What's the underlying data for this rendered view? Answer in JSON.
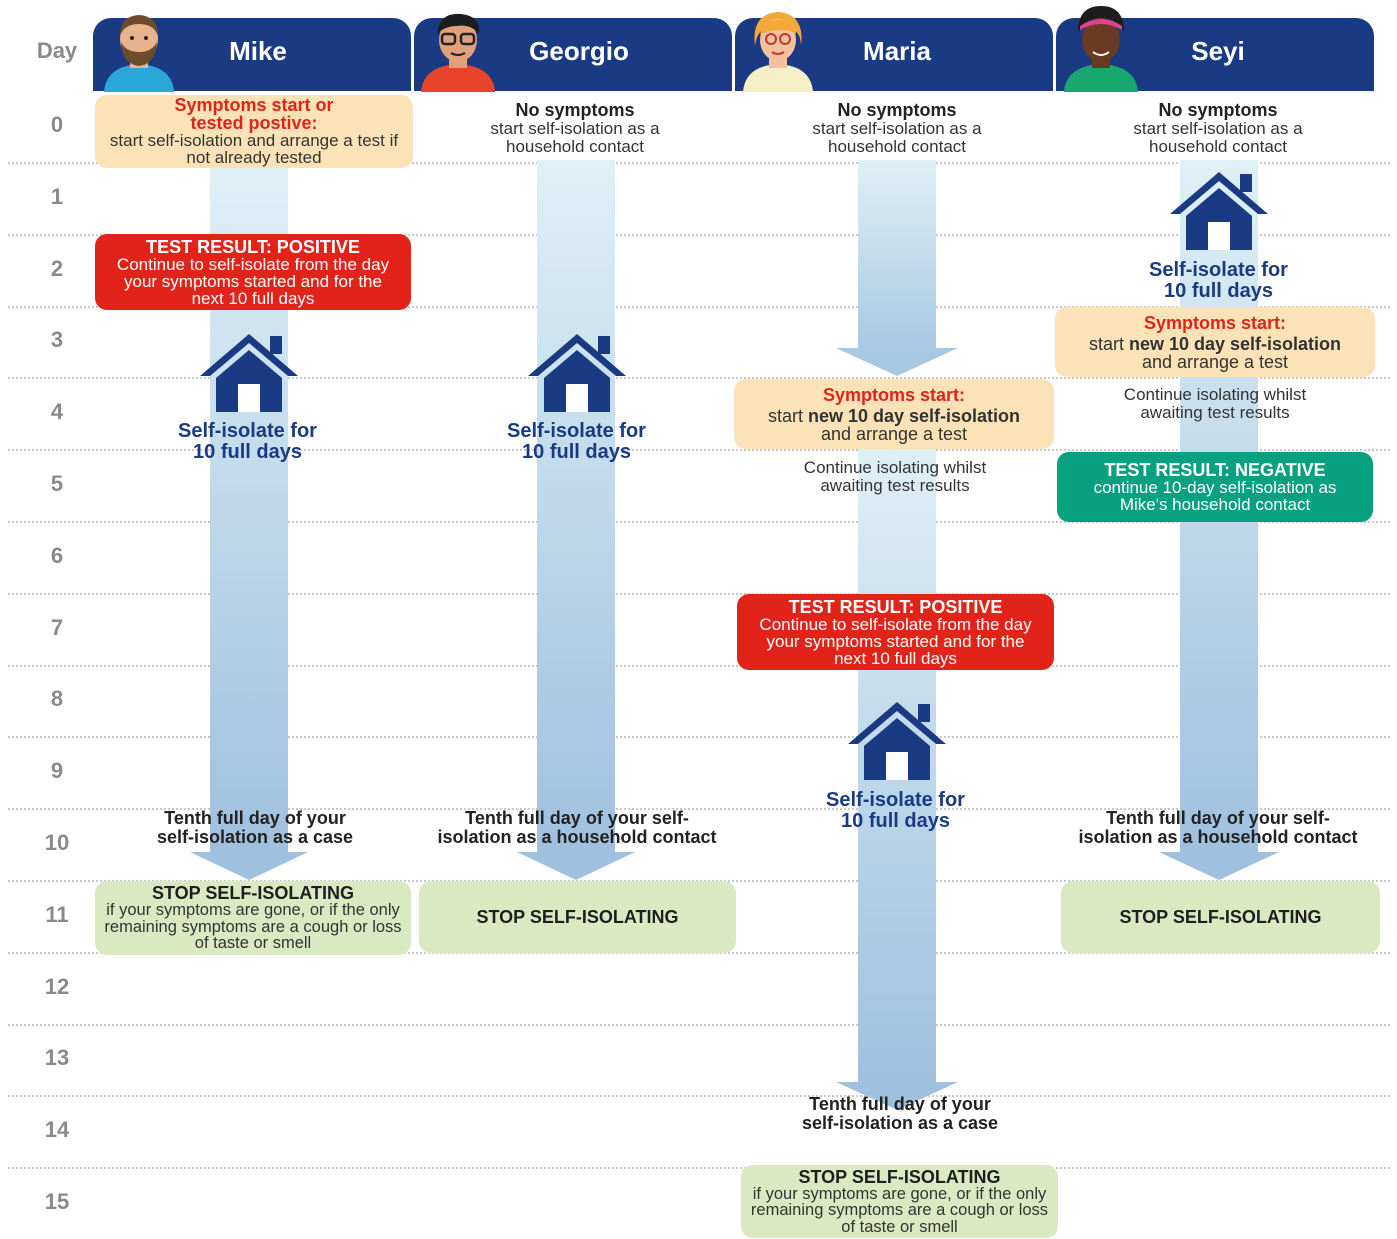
{
  "day_label": "Day",
  "days": [
    "0",
    "1",
    "2",
    "3",
    "4",
    "5",
    "6",
    "7",
    "8",
    "9",
    "10",
    "11",
    "12",
    "13",
    "14",
    "15"
  ],
  "people": [
    {
      "name": "Mike"
    },
    {
      "name": "Georgio"
    },
    {
      "name": "Maria"
    },
    {
      "name": "Seyi"
    }
  ],
  "colors": {
    "navy": "#1a3b83",
    "red": "#e2231a",
    "peach": "#fbe3b7",
    "green": "#dbe9c2",
    "teal": "#07a17f"
  },
  "mike": {
    "start_title": "Symptoms start or tested postive:",
    "start_body": "start self-isolation and arrange a test if not already tested",
    "result_title": "TEST RESULT: POSITIVE",
    "result_body": "Continue to self-isolate from the day your symptoms started and for the next 10 full days",
    "isolate_line1": "Self-isolate for",
    "isolate_line2": "10 full days",
    "tenth_line1": "Tenth full day of your",
    "tenth_line2": "self-isolation as a case",
    "stop_title": "STOP SELF-ISOLATING",
    "stop_body": "if your symptoms are gone, or if the only remaining symptoms are a cough or loss of taste or smell"
  },
  "georgio": {
    "start_title": "No symptoms",
    "start_body": "start self-isolation as a household contact",
    "isolate_line1": "Self-isolate for",
    "isolate_line2": "10 full days",
    "tenth_line1": "Tenth full day of your self-",
    "tenth_line2": "isolation as a household contact",
    "stop_title": "STOP SELF-ISOLATING"
  },
  "maria": {
    "start_title": "No symptoms",
    "start_body": "start self-isolation as a household contact",
    "symptoms_title": "Symptoms start:",
    "symptoms_pre": "start ",
    "symptoms_bold": "new 10 day self-isolation",
    "symptoms_post": " and arrange a test",
    "awaiting": "Continue isolating whilst awaiting test results",
    "result_title": "TEST RESULT: POSITIVE",
    "result_body": "Continue to self-isolate from the day your symptoms started and for the next 10 full days",
    "isolate_line1": "Self-isolate for",
    "isolate_line2": "10 full days",
    "tenth_line1": "Tenth full day of your",
    "tenth_line2": "self-isolation as a case",
    "stop_title": "STOP SELF-ISOLATING",
    "stop_body": "if your symptoms are gone, or if the only remaining symptoms are a cough or loss of taste or smell"
  },
  "seyi": {
    "start_title": "No symptoms",
    "start_body": "start self-isolation as a household contact",
    "isolate_line1": "Self-isolate for",
    "isolate_line2": "10 full days",
    "symptoms_title": "Symptoms start:",
    "symptoms_pre": "start ",
    "symptoms_bold": "new 10 day self-isolation",
    "symptoms_post": " and arrange a test",
    "awaiting": "Continue isolating whilst awaiting test results",
    "result_title": "TEST RESULT: NEGATIVE",
    "result_body": "continue 10-day self-isolation as Mike's household contact",
    "tenth_line1": "Tenth full day of your self-",
    "tenth_line2": "isolation as a household contact",
    "stop_title": "STOP SELF-ISOLATING"
  }
}
